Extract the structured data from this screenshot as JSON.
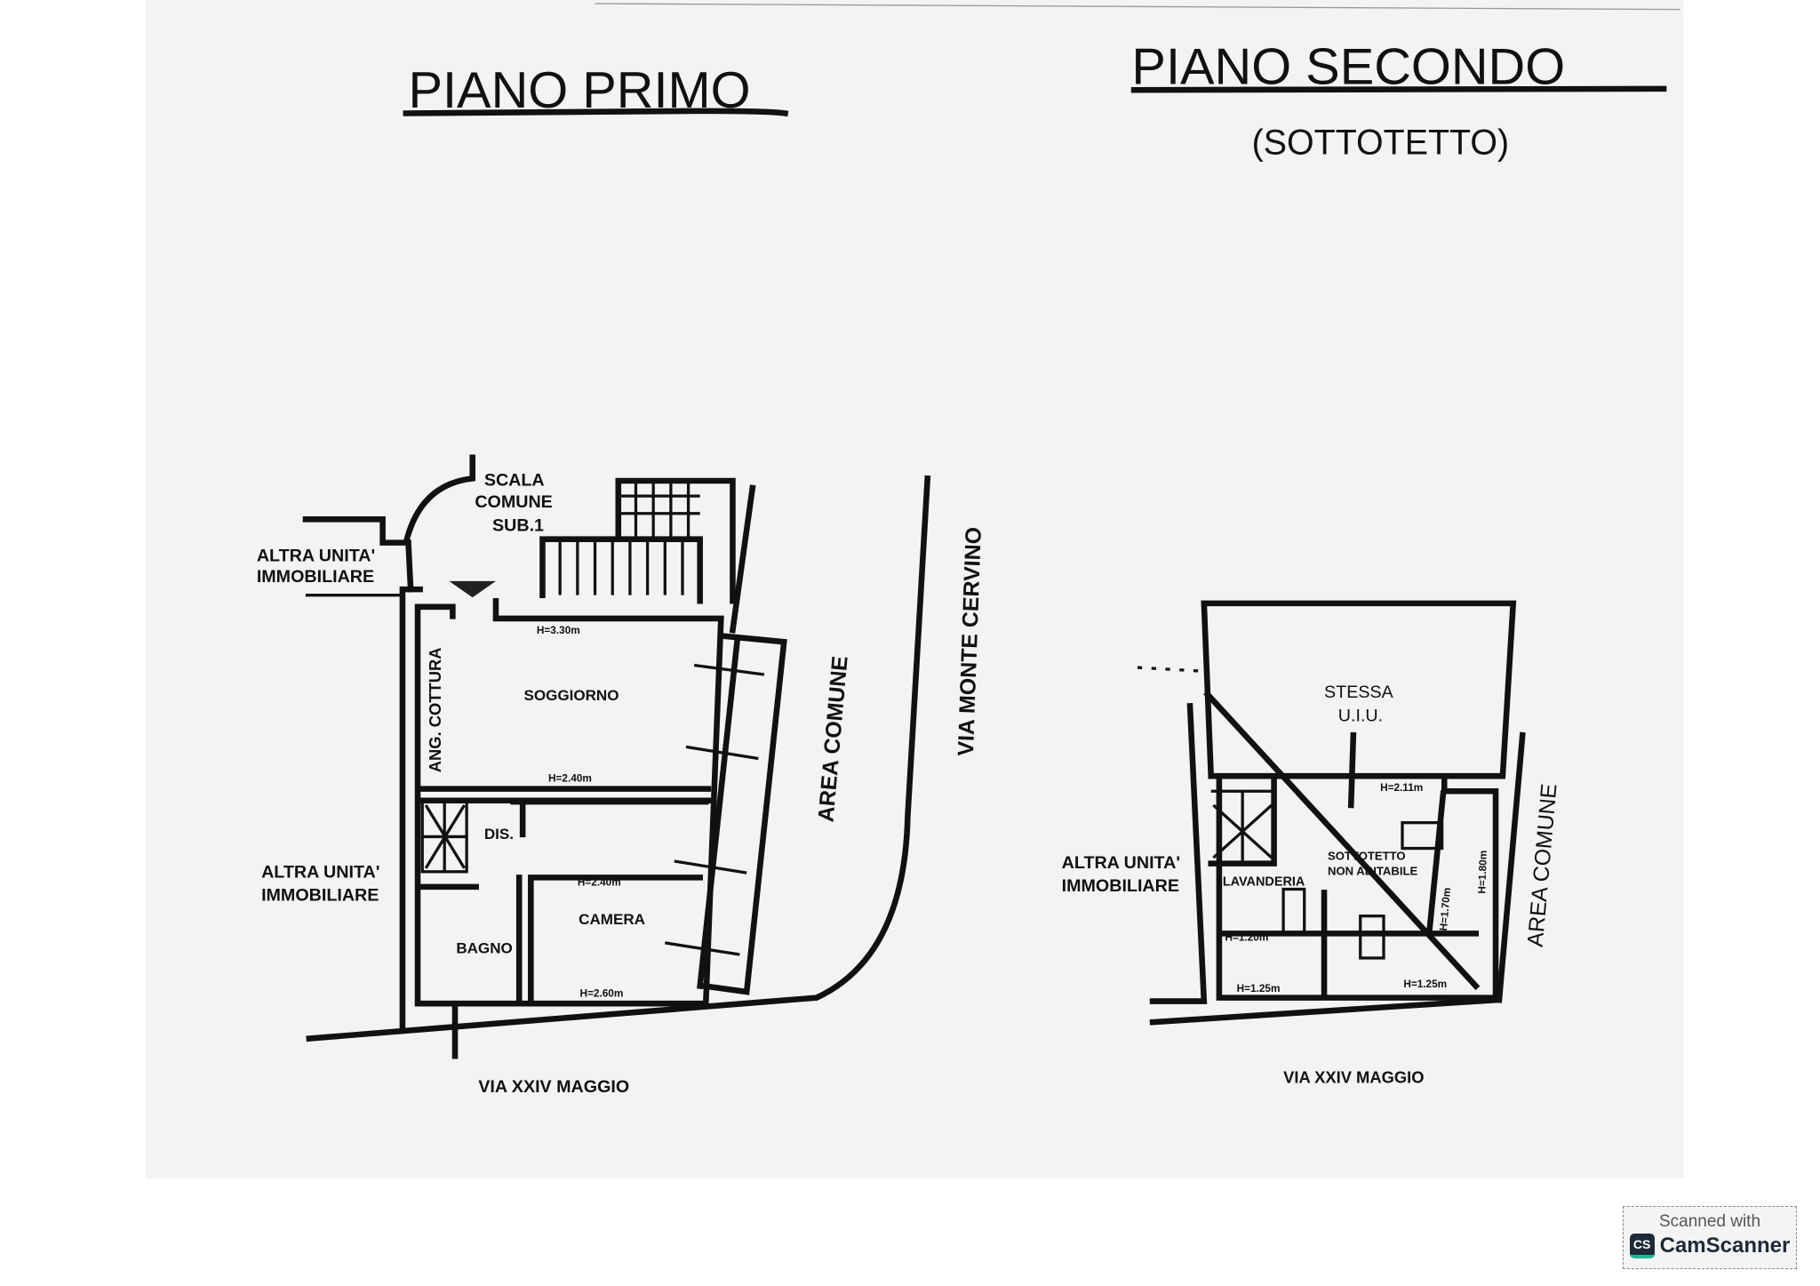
{
  "first_floor": {
    "title": "PIANO PRIMO",
    "labels": {
      "stair": [
        "SCALA",
        "COMUNE",
        "SUB.1"
      ],
      "other_unit_top": [
        "ALTRA UNITA'",
        "IMMOBILIARE"
      ],
      "other_unit_bottom": [
        "ALTRA UNITA'",
        "IMMOBILIARE"
      ],
      "kitchen": "ANG. COTTURA",
      "living": "SOGGIORNO",
      "hall": "DIS.",
      "bedroom": "CAMERA",
      "bath": "BAGNO",
      "h_living_top": "H=3.30m",
      "h_living_bottom": "H=2.40m",
      "h_bedroom_top": "H=2.40m",
      "h_bedroom_bottom": "H=2.60m"
    },
    "streets": {
      "common_area": "AREA COMUNE",
      "via_monte_cervino": "VIA MONTE CERVINO",
      "via_xxiv_maggio": "VIA XXIV MAGGIO"
    }
  },
  "second_floor": {
    "title": "PIANO SECONDO",
    "subtitle": "(SOTTOTETTO)",
    "labels": {
      "same_unit": [
        "STESSA",
        "U.I.U."
      ],
      "other_unit": [
        "ALTRA UNITA'",
        "IMMOBILIARE"
      ],
      "laundry": "LAVANDERIA",
      "attic": [
        "SOTTOTETTO",
        "NON ABITABILE"
      ],
      "h_top": "H=2.11m",
      "h_laundry": "H=1.20m",
      "h_bottom_left": "H=1.25m",
      "h_bottom_right": "H=1.25m",
      "h_diag": "H=1.70m",
      "h_right": "H=1.80m"
    },
    "streets": {
      "common_area": "AREA COMUNE",
      "via_xxiv_maggio": "VIA XXIV MAGGIO"
    }
  },
  "watermark": {
    "line1": "Scanned with",
    "logo": "CS",
    "brand": "CamScanner",
    "brand_color": "#1e2a38",
    "accent_color": "#1fb89a"
  }
}
